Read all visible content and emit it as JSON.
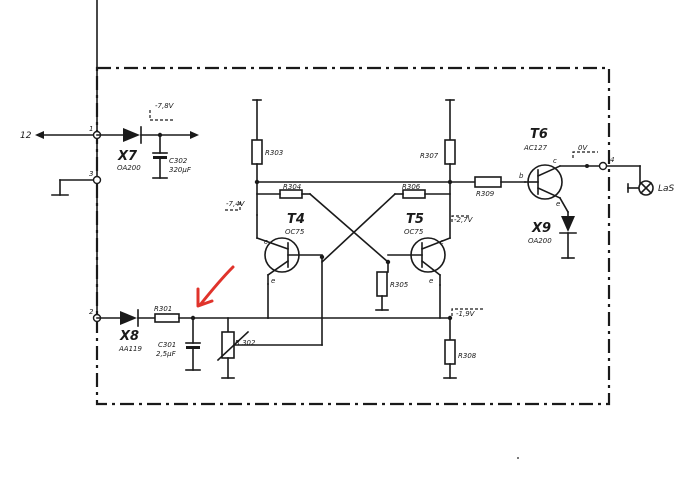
{
  "input_label": "12",
  "terminals": [
    "1",
    "3",
    "2",
    "4"
  ],
  "voltages": {
    "v_x7": "-7,8V",
    "v_t4": "-7,4V",
    "v_t5": "-2,7V",
    "v_r308": "-1,9V",
    "v_out": "0V"
  },
  "diodes": {
    "x7": {
      "name": "X7",
      "type": "OA200"
    },
    "x8": {
      "name": "X8",
      "type": "AA119"
    },
    "x9": {
      "name": "X9",
      "type": "OA200"
    }
  },
  "transistors": {
    "t4": {
      "name": "T4",
      "type": "OC75"
    },
    "t5": {
      "name": "T5",
      "type": "OC75"
    },
    "t6": {
      "name": "T6",
      "type": "AC127"
    }
  },
  "pins": {
    "b": "b",
    "c": "c",
    "e": "e"
  },
  "resistors": {
    "r301": "R301",
    "r302": "R 302",
    "r303": "R303",
    "r304": "R304",
    "r305": "R305",
    "r306": "R306",
    "r307": "R307",
    "r308": "R308",
    "r309": "R309"
  },
  "capacitors": {
    "c301": {
      "name": "C301",
      "value": "2,5µF"
    },
    "c302": {
      "name": "C302",
      "value": "320µF"
    }
  },
  "lamp_label": "LaS",
  "colors": {
    "ink": "#1a1a1a",
    "annotation_arrow": "#e0332b"
  }
}
